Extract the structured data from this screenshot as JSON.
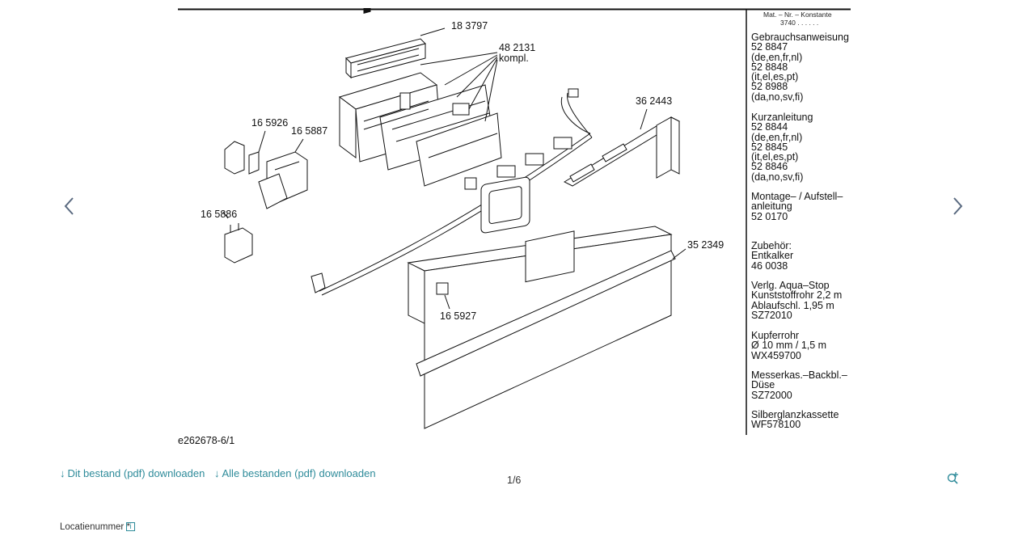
{
  "drawing": {
    "code": "e262678-6/1",
    "parts": {
      "p183797": "18 3797",
      "p482131": "48 2131",
      "p482131_sub": "kompl.",
      "p165926": "16 5926",
      "p165887": "16 5887",
      "p362443": "36 2443",
      "p165886": "16 5886",
      "p352349": "35 2349",
      "p165927": "16 5927"
    }
  },
  "sidebar": {
    "header": "Mat. – Nr. – Konstante",
    "header_value": "3740 . . . . . .",
    "groups": [
      {
        "lines": [
          "Gebrauchsanweisung",
          "52 8847",
          "(de,en,fr,nl)",
          "52 8848",
          "(it,el,es,pt)",
          "52 8988",
          "(da,no,sv,fi)"
        ]
      },
      {
        "lines": [
          "Kurzanleitung",
          "52 8844",
          "(de,en,fr,nl)",
          "52 8845",
          "(it,el,es,pt)",
          "52 8846",
          "(da,no,sv,fi)"
        ]
      },
      {
        "lines": [
          "Montage– / Aufstell–",
          "anleitung",
          "52 0170"
        ]
      },
      {
        "lines": [
          "Zubehör:",
          "Entkalker",
          "46 0038"
        ]
      },
      {
        "lines": [
          "Verlg. Aqua–Stop",
          "Kunststoffrohr 2,2 m",
          "Ablaufschl. 1,95 m",
          "SZ72010"
        ]
      },
      {
        "lines": [
          "Kupferrohr",
          "Ø 10 mm / 1,5 m",
          "WX459700"
        ]
      },
      {
        "lines": [
          "Messerkas.–Backbl.–",
          "Düse",
          "SZ72000"
        ]
      },
      {
        "lines": [
          "Silberglanzkassette",
          "WF578100"
        ]
      }
    ]
  },
  "footer": {
    "download_this": "Dit bestand (pdf) downloaden",
    "download_all": "Alle bestanden (pdf) downloaden",
    "pager": "1/6",
    "location_label": "Locatienummer *",
    "info_icon_glyph": "i"
  },
  "icons": {
    "prev": "chevron-left-icon",
    "next": "chevron-right-icon",
    "download": "arrow-down-icon",
    "zoom": "zoom-in-icon",
    "info": "info-icon"
  },
  "colors": {
    "accent": "#2e8b9a",
    "arrow": "#5a6a80",
    "line": "#111111"
  }
}
